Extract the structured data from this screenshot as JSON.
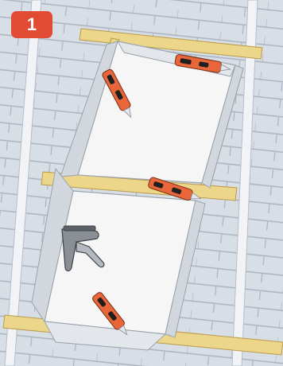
{
  "step": {
    "number": "1"
  },
  "colors": {
    "badge": "#e14a33",
    "badge_text": "#ffffff",
    "roof_tile": "#d8dee6",
    "tile_line": "#aab3bf",
    "batten": "#ecd68a",
    "batten_edge": "#b99a4a",
    "membrane": "#f6f6f6",
    "membrane_edge": "#9aa3ad",
    "flap": "#d2d7de",
    "cutter_body": "#e8663a",
    "cutter_blade": "#e3e6ea",
    "cutter_grip": "#1f1f1f",
    "stapler": "#8a8f96"
  },
  "illustration": {
    "tools": [
      {
        "type": "utility-knife-icon",
        "count": 4
      },
      {
        "type": "staple-gun-icon",
        "count": 1
      }
    ]
  }
}
